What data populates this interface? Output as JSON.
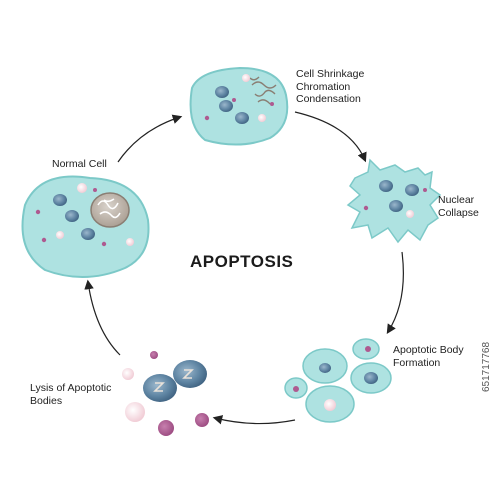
{
  "title": "APOPTOSIS",
  "stages": {
    "normal_cell": [
      "Normal Cell"
    ],
    "cell_shrinkage": [
      "Cell Shrinkage",
      "Chromation",
      "Condensation"
    ],
    "nuclear_collapse": [
      "Nuclear",
      "Collapse"
    ],
    "apoptotic_body_formation": [
      "Apoptotic Body",
      "Formation"
    ],
    "lysis": [
      "Lysis of Apoptotic",
      "Bodies"
    ]
  },
  "stock_id": "651717768",
  "colors": {
    "cytoplasm": "#aee2e1",
    "cytoplasm_stroke": "#7cc9c8",
    "nucleus": "#4f7391",
    "organelle_pink": "#ae5a90",
    "vesicle_light": "#f6dde3",
    "chromatin": "#8a7e73",
    "arrow": "#222222"
  }
}
